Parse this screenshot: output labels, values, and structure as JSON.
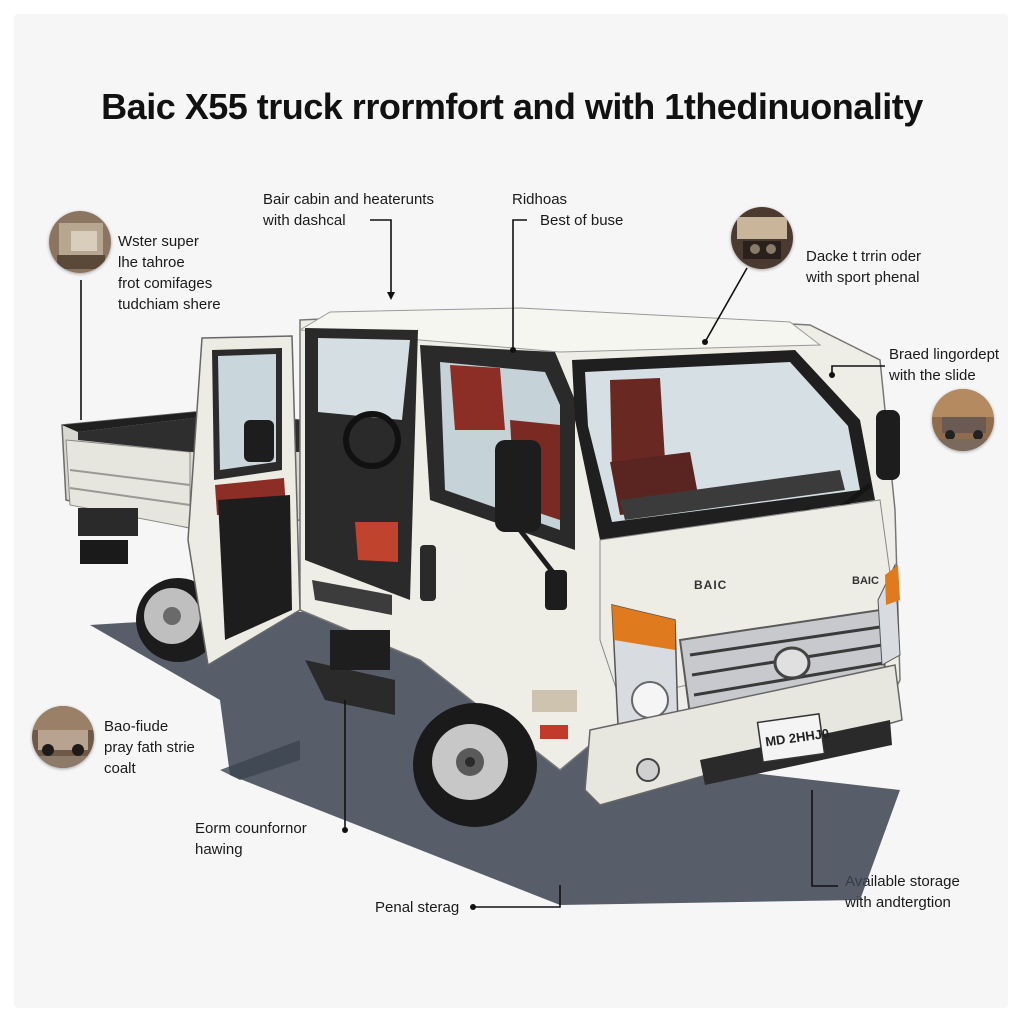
{
  "title": "Baic X55 truck rrormfort and with 1thedinuonality",
  "callouts": {
    "water_super": [
      "Wster super",
      "lhe tahroe",
      "frot comifages",
      "tudchiam shere"
    ],
    "cabin_heater": [
      "Bair cabin and heaterunts",
      "with dashcal"
    ],
    "ridhoas": [
      "Ridhoas",
      "Best of buse"
    ],
    "dacket": [
      "Dacke t trrin oder",
      "with sport phenal"
    ],
    "braed": [
      "Braed lingordept",
      "with the slide"
    ],
    "bao_fiude": [
      "Bao-fiude",
      "pray fath strie",
      "coalt"
    ],
    "eorm": [
      "Eorm counfornor",
      "hawing"
    ],
    "penal": [
      "Penal sterag"
    ],
    "available": [
      "Available storage",
      "with andtergtion"
    ]
  },
  "truck": {
    "badge_grille": "BAIC",
    "badge_side": "BAIC",
    "plate": "MD 2HHJ0",
    "body_color": "#efeee6",
    "seat_color": "#7a2a22"
  }
}
